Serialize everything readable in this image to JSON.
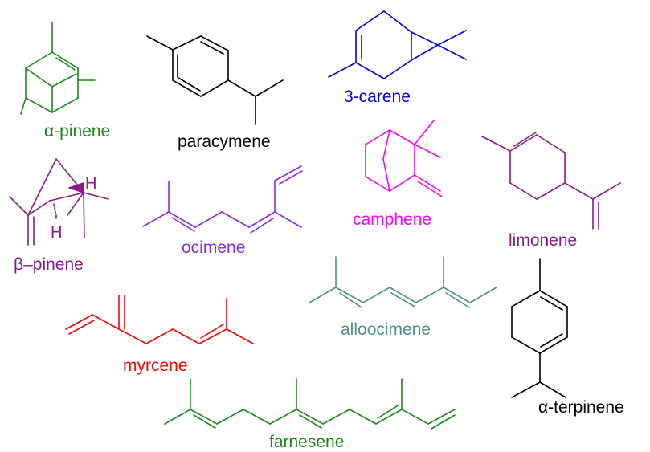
{
  "colors": {
    "green": "#1a8a1a",
    "black": "#000000",
    "blue": "#0000e6",
    "magenta": "#ff00ff",
    "purple": "#8b1a8b",
    "violet": "#8a2be2",
    "teal": "#4f8f8f",
    "red": "#ff0000"
  },
  "molecules": {
    "alpha_pinene": "α-pinene",
    "paracymene": "paracymene",
    "carene": "3-carene",
    "beta_pinene": "β–pinene",
    "ocimene": "ocimene",
    "camphene": "camphene",
    "limonene": "limonene",
    "alloocimene": "alloocimene",
    "myrcene": "myrcene",
    "alpha_terpinene": "α-terpinene",
    "farnesene": "farnesene"
  },
  "atoms": {
    "h_upper": "H",
    "h_lower": "H"
  }
}
